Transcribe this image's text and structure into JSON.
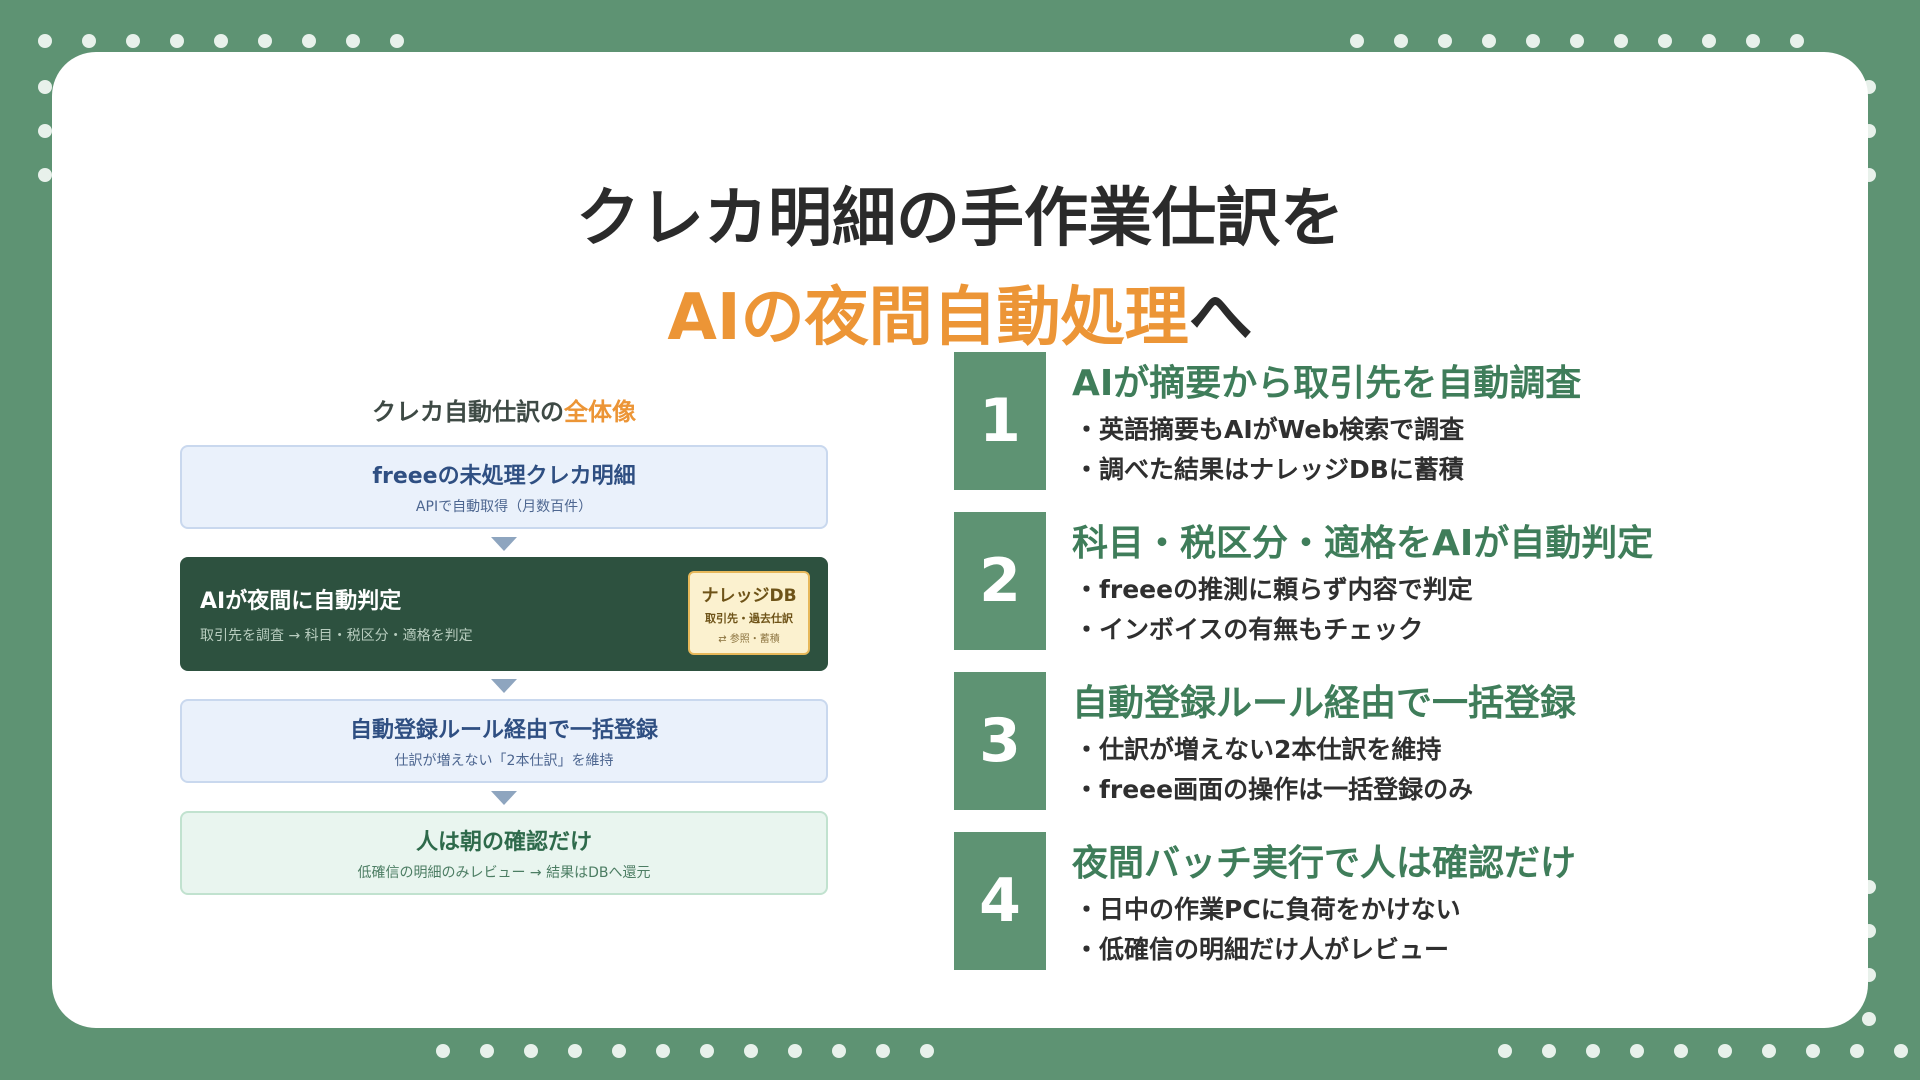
{
  "colors": {
    "background": "#5e9373",
    "accent": "#ec9536",
    "number_box": "#5e9373",
    "item_title": "#3f7d5a",
    "dark_box": "#2d513f"
  },
  "title": {
    "line1": "クレカ明細の手作業仕訳を",
    "accent": "AIの夜間自動処理",
    "line2_rest": "へ"
  },
  "diagram": {
    "title": "クレカ自動仕訳の",
    "title_accent": "全体像",
    "steps": [
      {
        "main": "freeeの未処理クレカ明細",
        "sub": "APIで自動取得（月数百件）"
      },
      {
        "main": "AIが夜間に自動判定",
        "sub": "取引先を調査 → 科目・税区分・適格を判定"
      },
      {
        "main": "自動登録ルール経由で一括登録",
        "sub": "仕訳が増えない「2本仕訳」を維持"
      },
      {
        "main": "人は朝の確認だけ",
        "sub": "低確信の明細のみレビュー → 結果はDBへ還元"
      }
    ],
    "knowledge_db": {
      "title": "ナレッジDB",
      "line1": "取引先・過去仕訳",
      "line2": "⇄ 参照・蓄積"
    }
  },
  "items": [
    {
      "num": "1",
      "title": "AIが摘要から取引先を自動調査",
      "bullets": [
        "・英語摘要もAIがWeb検索で調査",
        "・調べた結果はナレッジDBに蓄積"
      ]
    },
    {
      "num": "2",
      "title": "科目・税区分・適格をAIが自動判定",
      "bullets": [
        "・freeeの推測に頼らず内容で判定",
        "・インボイスの有無もチェック"
      ]
    },
    {
      "num": "3",
      "title": "自動登録ルール経由で一括登録",
      "bullets": [
        "・仕訳が増えない2本仕訳を維持",
        "・freee画面の操作は一括登録のみ"
      ]
    },
    {
      "num": "4",
      "title": "夜間バッチ実行で人は確認だけ",
      "bullets": [
        "・日中の作業PCに負荷をかけない",
        "・低確信の明細だけ人がレビュー"
      ]
    }
  ]
}
